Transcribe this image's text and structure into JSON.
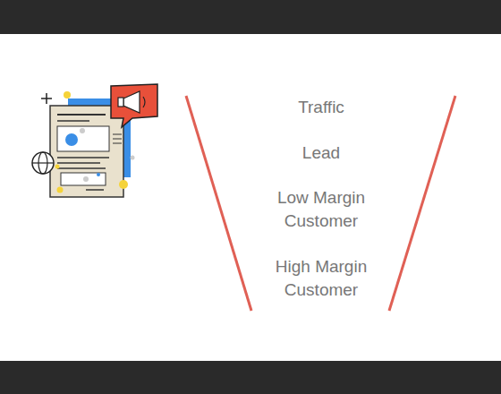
{
  "diagram": {
    "labels": [
      "Traffic",
      "Lead",
      "Low Margin Customer",
      "High Margin Customer"
    ]
  }
}
